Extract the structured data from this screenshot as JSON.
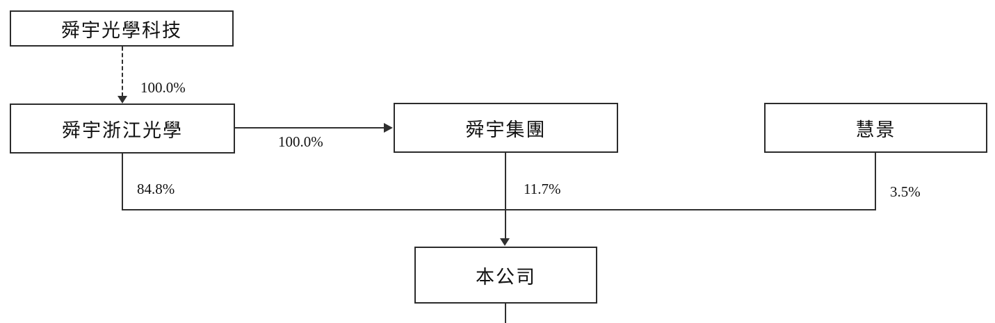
{
  "diagram": {
    "nodes": {
      "sunny_optical_tech": {
        "label": "舜宇光學科技"
      },
      "sunny_zhejiang_optical": {
        "label": "舜宇浙江光學"
      },
      "sunny_group": {
        "label": "舜宇集團"
      },
      "huijing": {
        "label": "慧景"
      },
      "the_company": {
        "label": "本公司"
      }
    },
    "edges": {
      "tech_to_zhejiang": {
        "label": "100.0%",
        "style": "dashed-arrow-down"
      },
      "zhejiang_to_group": {
        "label": "100.0%",
        "style": "solid-arrow-right"
      },
      "zhejiang_to_company": {
        "label": "84.8%",
        "style": "solid-line"
      },
      "group_to_company": {
        "label": "11.7%",
        "style": "solid-arrow-down"
      },
      "huijing_to_company": {
        "label": "3.5%",
        "style": "solid-line"
      }
    },
    "colors": {
      "line": "#2f2f2f",
      "border": "#2b2b2b",
      "text": "#111111",
      "background": "#ffffff"
    }
  }
}
